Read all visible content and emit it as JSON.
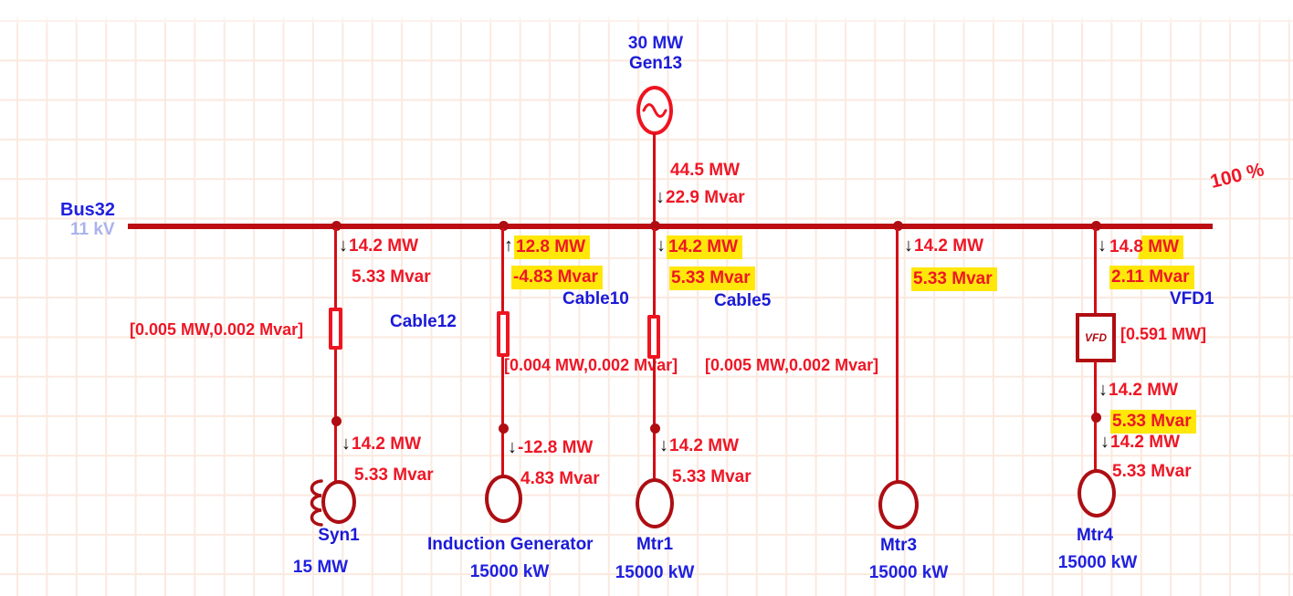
{
  "icons": {
    "down_arrow": "↓",
    "up_arrow": "↑"
  },
  "colors": {
    "highlight": "#ffe70a",
    "red_text": "#ee1726",
    "blue_label": "#1a1ad8",
    "bus_red": "#bb0d12",
    "branch_red": "#d40d15",
    "bright_red": "#ee1420",
    "voltage_label": "#aab3ec"
  },
  "bus": {
    "name": "Bus32",
    "voltage": "11 kV",
    "loading_percent": "100 %"
  },
  "generator": {
    "rating": "30 MW",
    "name": "Gen13",
    "flow_mw": "44.5 MW",
    "flow_mvar": "22.9 Mvar"
  },
  "branches": [
    {
      "cable": "Cable12",
      "top_mw": "14.2 MW",
      "top_mvar": "5.33 Mvar",
      "loss": "[0.005 MW,0.002 Mvar]",
      "bottom_mw": "14.2 MW",
      "bottom_mvar": "5.33 Mvar",
      "machine": "Syn1",
      "rating": "15 MW"
    },
    {
      "cable": "Cable10",
      "top_mw": "12.8 MW",
      "top_mvar": "-4.83 Mvar",
      "loss": "[0.004 MW,0.002 Mvar]",
      "bottom_mw": "-12.8 MW",
      "bottom_mvar": "4.83 Mvar",
      "machine": "Induction Generator",
      "rating": "15000 kW"
    },
    {
      "cable": "Cable5",
      "top_mw": "14.2 MW",
      "top_mvar": "5.33 Mvar",
      "loss": "[0.005 MW,0.002 Mvar]",
      "bottom_mw": "14.2 MW",
      "bottom_mvar": "5.33 Mvar",
      "machine": "Mtr1",
      "rating": "15000 kW"
    },
    {
      "top_mw": "14.2 MW",
      "top_mvar": "5.33 Mvar",
      "machine": "Mtr3",
      "rating": "15000 kW"
    },
    {
      "device": "VFD1",
      "device_box_text": "VFD",
      "top_mw": "14.8 MW",
      "top_mvar": "2.11 Mvar",
      "loss": "[0.591 MW]",
      "mid_mw": "14.2 MW",
      "mid_mvar": "5.33 Mvar",
      "bottom_mw": "14.2 MW",
      "bottom_mvar": "5.33 Mvar",
      "machine": "Mtr4",
      "rating": "15000 kW"
    }
  ]
}
